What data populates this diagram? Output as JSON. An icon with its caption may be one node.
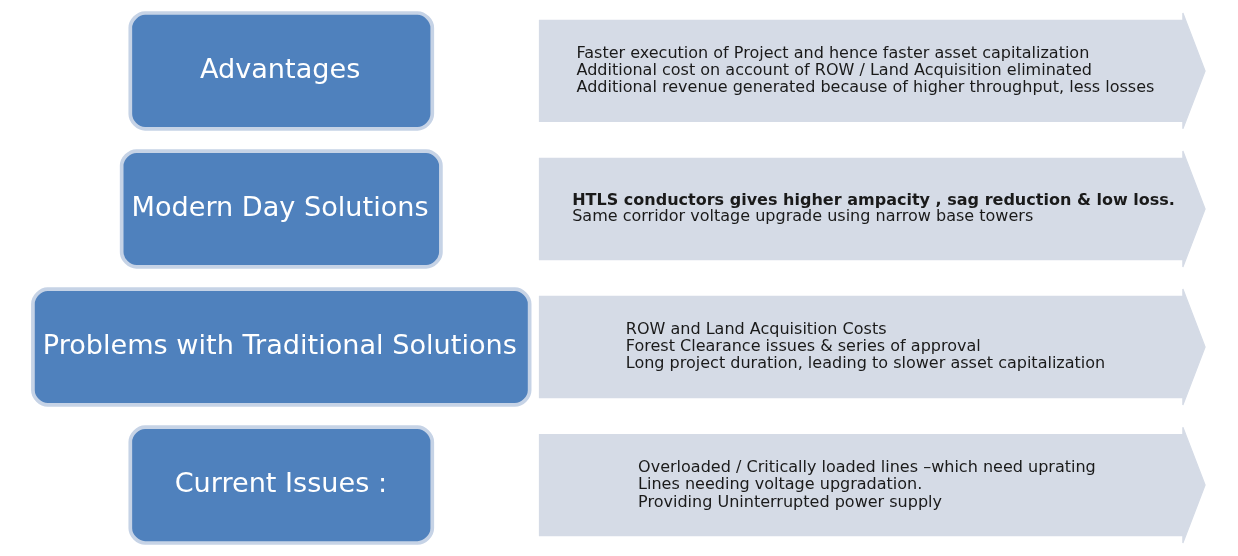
{
  "diagram": {
    "nodes": [
      {
        "text": [
          "Current Issues :"
        ]
      },
      {
        "text": [
          "Overloaded / Critically loaded lines –which need uprating",
          "Lines needing voltage upgradation.",
          "Providing Uninterrupted power supply"
        ]
      },
      {
        "text": [
          "Problems with Traditional Solutions"
        ]
      },
      {
        "text": [
          "ROW and Land Acquisition Costs",
          "Forest Clearance issues & series of approval",
          "Long project duration, leading to slower asset capitalization"
        ]
      },
      {
        "text": [
          "Modern Day Solutions"
        ]
      },
      {
        "text": [
          "**HTLS conductors gives higher ampacity , sag reduction & low loss.**",
          "Same corridor voltage upgrade using narrow base towers"
        ]
      },
      {
        "text": [
          "Advantages"
        ]
      },
      {
        "text": [
          "Faster execution of Project and hence faster asset capitalization",
          "Additional cost on account of ROW / Land Acquisition eliminated",
          "Additional revenue generated because of higher throughput, less losses"
        ]
      }
    ],
    "edges": []
  }
}
